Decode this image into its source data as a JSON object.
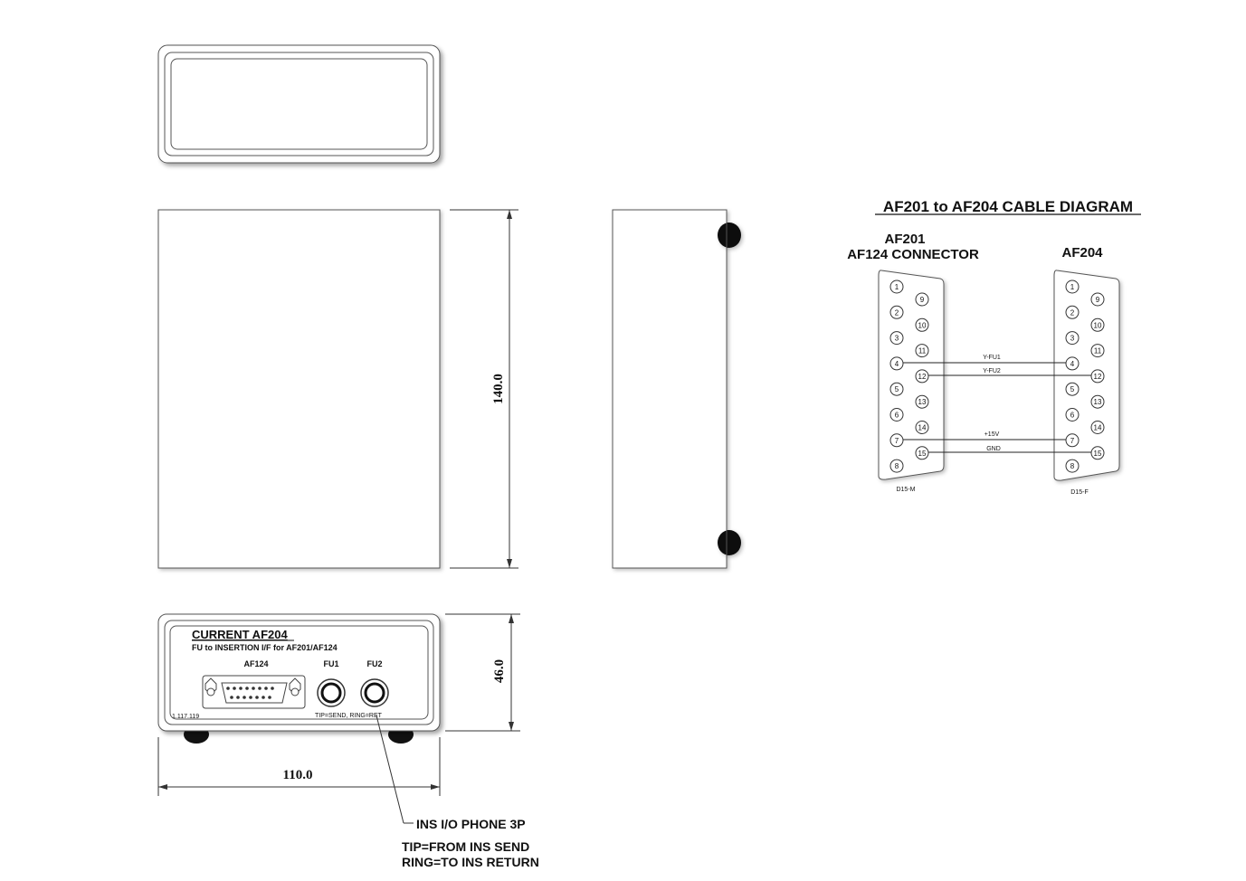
{
  "front_panel": {
    "title": "CURRENT AF204",
    "subtitle": "FU to INSERTION I/F for AF201/AF124",
    "connector_labels": [
      "AF124",
      "FU1",
      "FU2"
    ],
    "part_number": "1.117.119",
    "jack_note": "TIP=SEND, RING=RET"
  },
  "dimensions": {
    "height": "140.0",
    "depth": "46.0",
    "width": "110.0"
  },
  "callout": {
    "line1": "INS I/O PHONE 3P",
    "line2": "TIP=FROM INS SEND",
    "line3": "RING=TO INS RETURN"
  },
  "cable_diagram": {
    "title": "AF201 to AF204 CABLE DIAGRAM",
    "left_title_1": "AF201",
    "left_title_2": "AF124 CONNECTOR",
    "right_title": "AF204",
    "left_connector": "D15-M",
    "right_connector": "D15-F",
    "pins_top_row": [
      "1",
      "2",
      "3",
      "4",
      "5",
      "6",
      "7",
      "8"
    ],
    "pins_bottom_row": [
      "9",
      "10",
      "11",
      "12",
      "13",
      "14",
      "15"
    ],
    "wires": [
      {
        "label": "Y-FU1",
        "pin": "4"
      },
      {
        "label": "Y-FU2",
        "pin": "12"
      },
      {
        "label": "+15V",
        "pin": "7"
      },
      {
        "label": "GND",
        "pin": "15"
      }
    ]
  }
}
